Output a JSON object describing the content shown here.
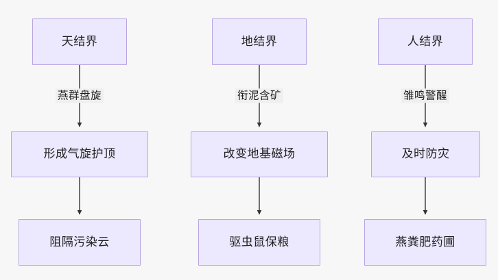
{
  "diagram": {
    "type": "flowchart",
    "direction": "top-to-bottom",
    "background_color": "#f7f7f7",
    "node_fill_color": "#ece8fd",
    "node_border_color": "#b8a4e3",
    "edge_color": "#333333",
    "edge_label_background": "#efefef",
    "columns": [
      {
        "id": "col-heaven",
        "nodes": [
          {
            "id": "n1",
            "label": "天结界"
          },
          {
            "id": "n2",
            "label": "形成气旋护顶"
          },
          {
            "id": "n3",
            "label": "阻隔污染云"
          }
        ],
        "edges": [
          {
            "from": "n1",
            "to": "n2",
            "label": "燕群盘旋"
          },
          {
            "from": "n2",
            "to": "n3",
            "label": ""
          }
        ]
      },
      {
        "id": "col-earth",
        "nodes": [
          {
            "id": "n4",
            "label": "地结界"
          },
          {
            "id": "n5",
            "label": "改变地基磁场"
          },
          {
            "id": "n6",
            "label": "驱虫鼠保粮"
          }
        ],
        "edges": [
          {
            "from": "n4",
            "to": "n5",
            "label": "衔泥含矿"
          },
          {
            "from": "n5",
            "to": "n6",
            "label": ""
          }
        ]
      },
      {
        "id": "col-human",
        "nodes": [
          {
            "id": "n7",
            "label": "人结界"
          },
          {
            "id": "n8",
            "label": "及时防灾"
          },
          {
            "id": "n9",
            "label": "燕粪肥药圃"
          }
        ],
        "edges": [
          {
            "from": "n7",
            "to": "n8",
            "label": "雏鸣警醒"
          },
          {
            "from": "n8",
            "to": "n9",
            "label": ""
          }
        ]
      }
    ]
  }
}
